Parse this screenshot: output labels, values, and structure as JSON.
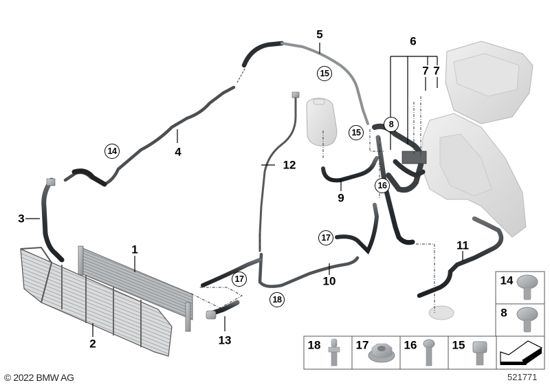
{
  "diagram": {
    "diagram_number": "521771",
    "copyright": "© 2022 BMW AG",
    "part_labels": [
      {
        "id": "1",
        "text": "1"
      },
      {
        "id": "2",
        "text": "2"
      },
      {
        "id": "3",
        "text": "3"
      },
      {
        "id": "4",
        "text": "4"
      },
      {
        "id": "5",
        "text": "5"
      },
      {
        "id": "6",
        "text": "6"
      },
      {
        "id": "7a",
        "text": "7"
      },
      {
        "id": "7b",
        "text": "7"
      },
      {
        "id": "9",
        "text": "9"
      },
      {
        "id": "10",
        "text": "10"
      },
      {
        "id": "11",
        "text": "11"
      },
      {
        "id": "12",
        "text": "12"
      },
      {
        "id": "13",
        "text": "13"
      }
    ],
    "circled_labels": [
      {
        "id": "14",
        "text": "14"
      },
      {
        "id": "15a",
        "text": "15"
      },
      {
        "id": "15b",
        "text": "15"
      },
      {
        "id": "8",
        "text": "8"
      },
      {
        "id": "16",
        "text": "16"
      },
      {
        "id": "17a",
        "text": "17"
      },
      {
        "id": "17b",
        "text": "17"
      },
      {
        "id": "18",
        "text": "18"
      }
    ],
    "fastener_table": [
      {
        "number": "14",
        "part": "torx-pan-head-screw"
      },
      {
        "number": "8",
        "part": "torx-pan-head-screw"
      },
      {
        "number": "18",
        "part": "stud-bolt"
      },
      {
        "number": "17",
        "part": "flange-hex-nut"
      },
      {
        "number": "16",
        "part": "torx-flange-bolt"
      },
      {
        "number": "15",
        "part": "socket-head-cap-screw"
      },
      {
        "number": "",
        "part": "direction-arrow"
      }
    ]
  }
}
